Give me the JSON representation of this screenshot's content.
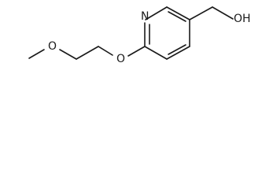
{
  "molecule": {
    "atoms": {
      "ring_nitrogen": "N",
      "hydroxyl": "OH",
      "ether_oxygen_aryl": "O",
      "ether_oxygen_methoxy": "O"
    }
  }
}
